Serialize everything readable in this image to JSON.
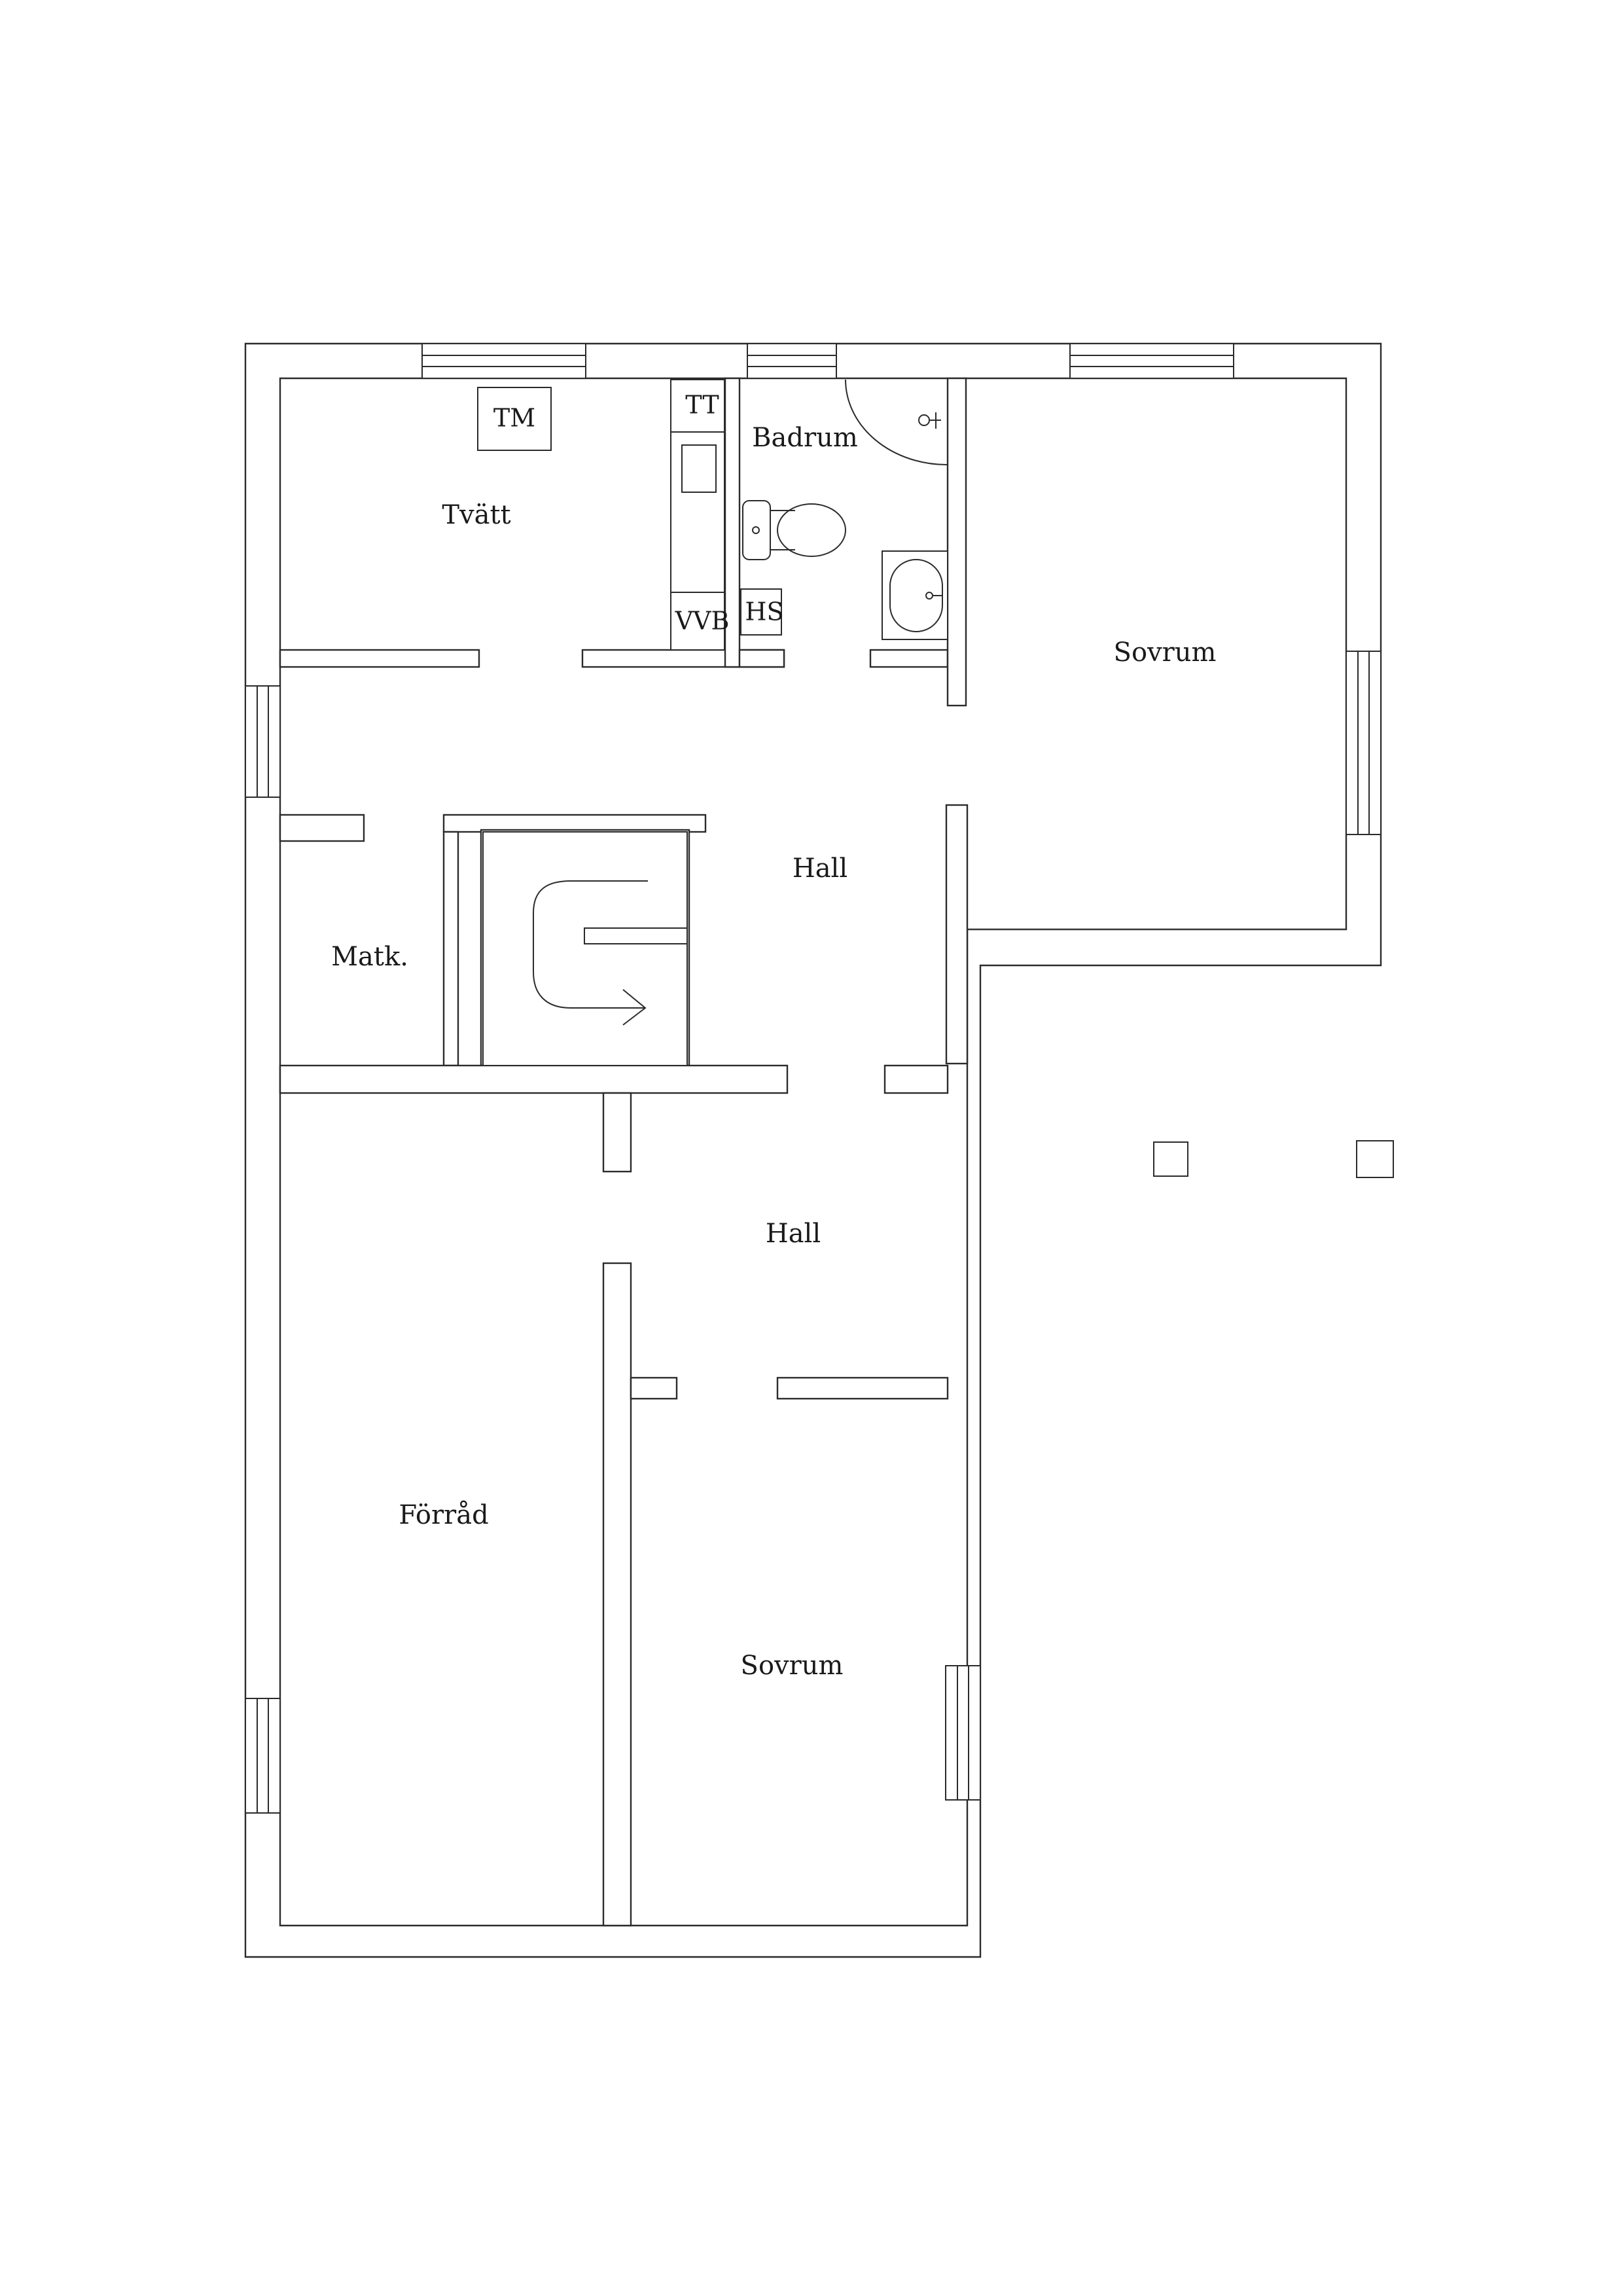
{
  "rooms": {
    "tvatt": "Tvätt",
    "badrum": "Badrum",
    "sovrum_upper": "Sovrum",
    "hall_upper": "Hall",
    "matk": "Matk.",
    "hall_lower": "Hall",
    "forrad": "Förråd",
    "sovrum_lower": "Sovrum"
  },
  "fixtures": {
    "tm": "TM",
    "tt": "TT",
    "vvb": "VVB",
    "hs": "HS"
  }
}
